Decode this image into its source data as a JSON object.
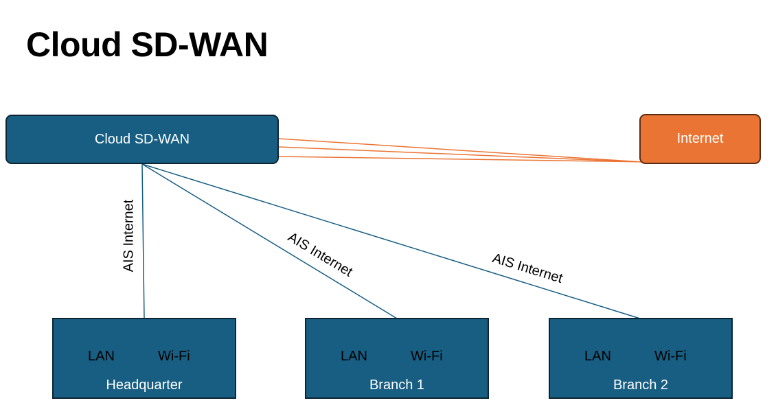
{
  "page": {
    "title": "Cloud SD-WAN"
  },
  "hub": {
    "label": "Cloud SD-WAN",
    "color": "#175e82"
  },
  "internet": {
    "label": "Internet",
    "color": "#ea7433",
    "link_color": "#ea7433"
  },
  "sites": [
    {
      "name": "Headquarter",
      "lan": "LAN",
      "wifi": "Wi-Fi"
    },
    {
      "name": "Branch 1",
      "lan": "LAN",
      "wifi": "Wi-Fi"
    },
    {
      "name": "Branch 2",
      "lan": "LAN",
      "wifi": "Wi-Fi"
    }
  ],
  "links": {
    "line_color": "#175e82",
    "labels": [
      "AIS Internet",
      "AIS Internet",
      "AIS Internet"
    ]
  }
}
